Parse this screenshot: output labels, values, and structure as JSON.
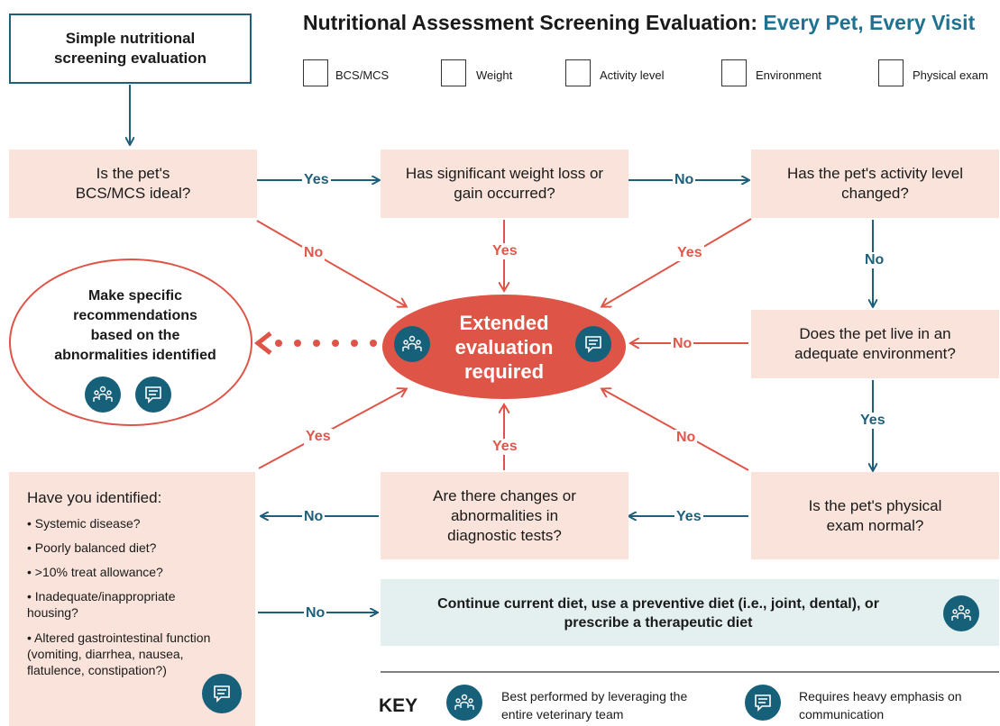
{
  "title": {
    "main": "Nutritional Assessment Screening Evaluation: ",
    "accent": "Every Pet, Every Visit"
  },
  "start_box": "Simple nutritional screening evaluation",
  "checklist": [
    "BCS/MCS",
    "Weight",
    "Activity level",
    "Environment",
    "Physical exam"
  ],
  "nodes": {
    "bcs": "Is the pet's BCS/MCS ideal?",
    "weight": "Has significant weight loss or gain occurred?",
    "activity": "Has the pet's activity level changed?",
    "environment": "Does the pet live in an adequate environment?",
    "physical": "Is the pet's physical exam normal?",
    "diagnostic": "Are there changes or abnormalities in diagnostic tests?",
    "extended": "Extended evaluation required",
    "recommend": "Make specific recommendations based on the abnormalities identified",
    "continue": "Continue current diet, use a preventive diet (i.e., joint, dental), or prescribe a therapeutic diet"
  },
  "identified": {
    "title": "Have you identified:",
    "items": [
      "Systemic disease?",
      "Poorly balanced diet?",
      ">10% treat allowance?",
      "Inadequate/inappropriate housing?",
      "Altered gastrointestinal function (vomiting, diarrhea, nausea, flatulence, constipation?)"
    ]
  },
  "labels": {
    "yes": "Yes",
    "no": "No"
  },
  "key": {
    "title": "KEY",
    "team": "Best performed by leveraging the entire veterinary team",
    "communication": "Requires heavy emphasis on communication"
  },
  "colors": {
    "blue": "#1e5f7a",
    "red": "#de5548",
    "peach": "#f9e3da",
    "mint": "#e3f0ef"
  },
  "icons": [
    "team-icon",
    "chat-icon"
  ]
}
